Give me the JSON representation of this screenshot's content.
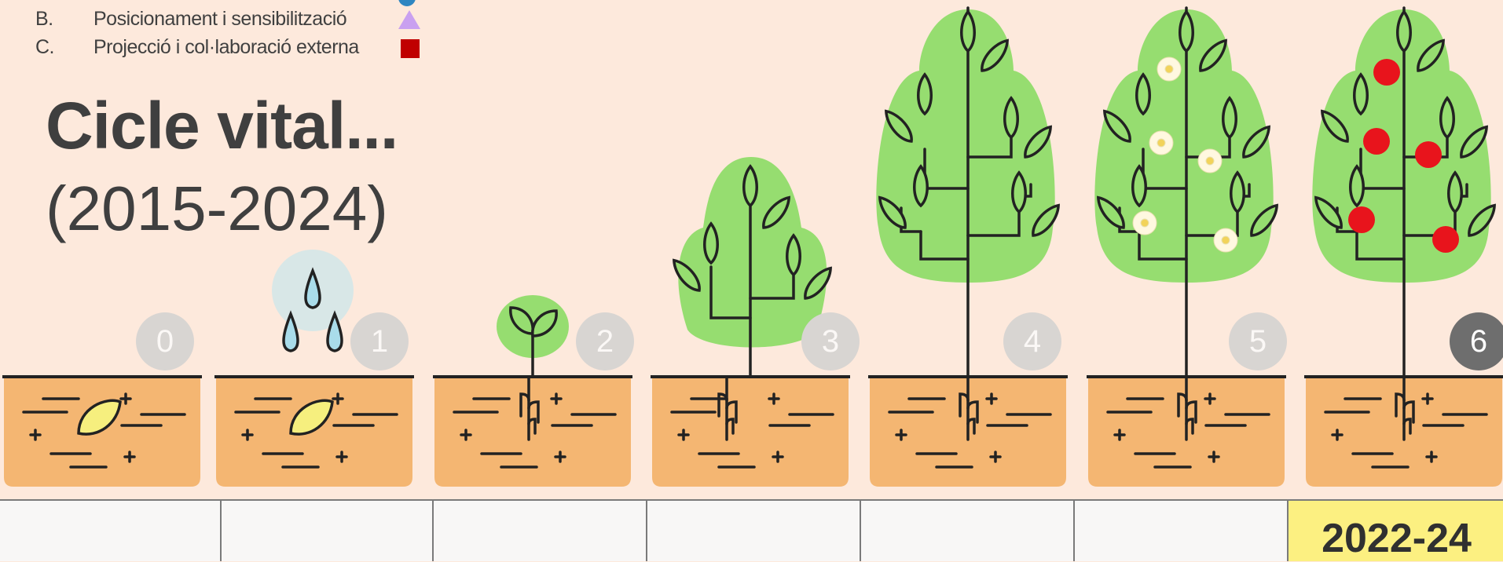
{
  "legend": {
    "items": [
      {
        "letter": "B.",
        "text": "Posicionament i sensibilització",
        "marker": "triangle",
        "color": "#c9a0f0"
      },
      {
        "letter": "C.",
        "text": "Projecció i col·laboració externa",
        "marker": "square",
        "color": "#c00000"
      }
    ],
    "partial_marker_color": "#2e86c1"
  },
  "title": {
    "main": "Cicle vital...",
    "years": "(2015-2024)"
  },
  "stages": [
    {
      "number": "0",
      "state": "seed"
    },
    {
      "number": "1",
      "state": "watered-seed"
    },
    {
      "number": "2",
      "state": "sprout"
    },
    {
      "number": "3",
      "state": "sapling"
    },
    {
      "number": "4",
      "state": "tree"
    },
    {
      "number": "5",
      "state": "flowering-tree"
    },
    {
      "number": "6",
      "state": "fruiting-tree",
      "active": true
    }
  ],
  "timeline": {
    "cells": [
      "",
      "",
      "",
      "",
      "",
      "",
      "2022-24"
    ],
    "highlight_index": 6
  },
  "colors": {
    "background": "#fde9dc",
    "soil": "#f4b672",
    "foliage": "#96dd70",
    "fruit": "#e8141c",
    "highlight": "#fcf081"
  }
}
